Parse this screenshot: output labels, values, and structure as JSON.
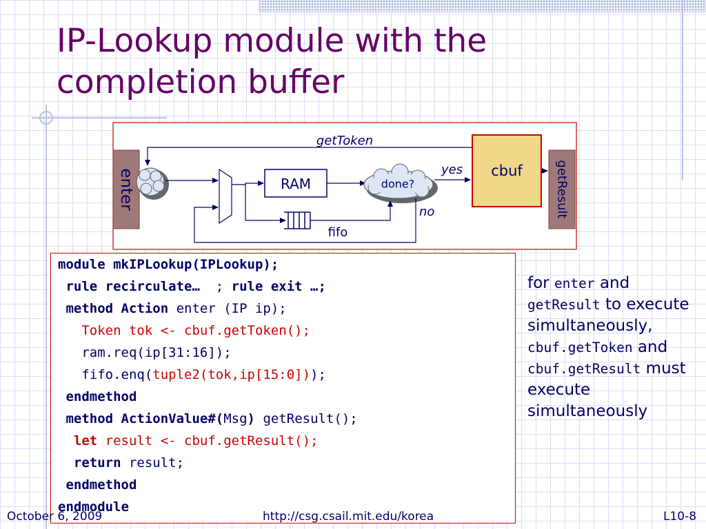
{
  "slide": {
    "title_line1": "IP-Lookup module with the",
    "title_line2": "completion buffer"
  },
  "diagram": {
    "enter_label": "enter",
    "getresult_label": "getResult",
    "gettoken_label": "getToken",
    "ram_label": "RAM",
    "done_label": "done?",
    "yes_label": "yes",
    "no_label": "no",
    "cbuf_label": "cbuf",
    "fifo_label": "fifo"
  },
  "code": {
    "l1": "module mkIPLookup(IPLookup);",
    "l2a": " rule recirculate… ",
    "l2b": " ; ",
    "l2c": "rule exit …;",
    "l3a": " method Action ",
    "l3b": "enter (IP ip);",
    "l4": "   Token tok <- cbuf.getToken();",
    "l5": "   ram.req(ip[31:16]);",
    "l6a": "   fifo.enq(",
    "l6b": "tuple2(tok,ip[15:0])",
    "l6c": ");",
    "l7": " endmethod",
    "l8a": " method ActionValue#(",
    "l8b": "Msg",
    "l8c": ") ",
    "l8d": "getResult();",
    "l9a": "  let ",
    "l9b": "result <- cbuf.getResult();",
    "l10a": "  return ",
    "l10b": "result;",
    "l11": " endmethod",
    "l12": "endmodule"
  },
  "note": {
    "p1": "for ",
    "m1": "enter",
    "p2": " and ",
    "m2": "getResult",
    "p3": " to execute simultaneously, ",
    "m3": "cbuf.getToken",
    "p4": " and ",
    "m4": "cbuf.getResult",
    "p5": " must execute simultaneously"
  },
  "footer": {
    "date": "October 6, 2009",
    "url": "http://csg.csail.mit.edu/korea",
    "page": "L10-8"
  },
  "colors": {
    "title": "#660066",
    "text": "#000066",
    "code_red": "#cc0000",
    "enter_block": "#a07878",
    "cbuf_fill": "#f0d888",
    "border_red": "#cc0000"
  }
}
